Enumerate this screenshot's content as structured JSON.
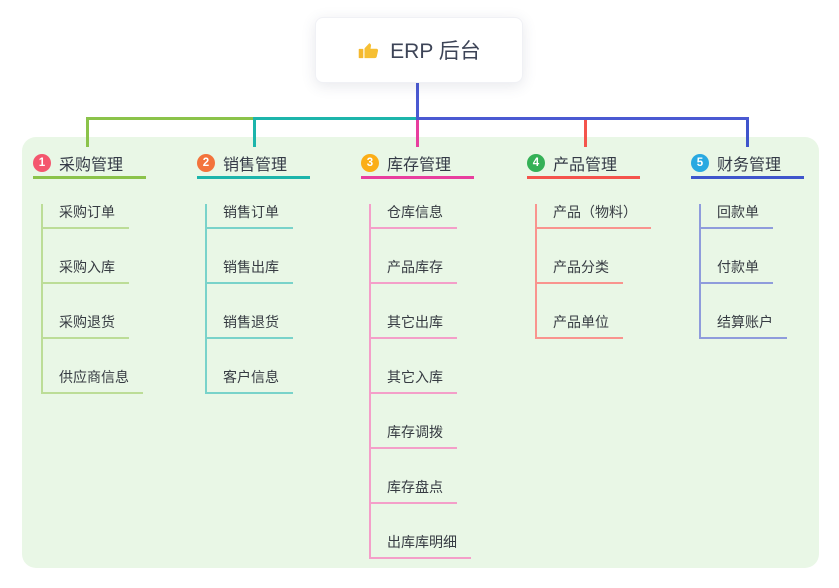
{
  "root": {
    "title": "ERP 后台",
    "icon": "thumbs-up"
  },
  "panel": {
    "bg": "#e9f7e6"
  },
  "connectors": {
    "trunk_color": "#4a59d2"
  },
  "branches": [
    {
      "num": "1",
      "label": "采购管理",
      "badge_color": "#f4566e",
      "line_color": "#8bc34a",
      "light_color": "#bcdd97",
      "items": [
        "采购订单",
        "采购入库",
        "采购退货",
        "供应商信息"
      ]
    },
    {
      "num": "2",
      "label": "销售管理",
      "badge_color": "#f3733c",
      "line_color": "#1cb5ab",
      "light_color": "#79d3ca",
      "items": [
        "销售订单",
        "销售出库",
        "销售退货",
        "客户信息"
      ]
    },
    {
      "num": "3",
      "label": "库存管理",
      "badge_color": "#fbae17",
      "line_color": "#e83e9e",
      "light_color": "#f49fc9",
      "items": [
        "仓库信息",
        "产品库存",
        "其它出库",
        "其它入库",
        "库存调拨",
        "库存盘点",
        "出库库明细"
      ]
    },
    {
      "num": "4",
      "label": "产品管理",
      "badge_color": "#35b157",
      "line_color": "#f4544c",
      "light_color": "#f9948e",
      "items": [
        "产品（物料）",
        "产品分类",
        "产品单位"
      ]
    },
    {
      "num": "5",
      "label": "财务管理",
      "badge_color": "#29a9e1",
      "line_color": "#3f55cc",
      "light_color": "#8f9cdc",
      "items": [
        "回款单",
        "付款单",
        "结算账户"
      ]
    }
  ]
}
